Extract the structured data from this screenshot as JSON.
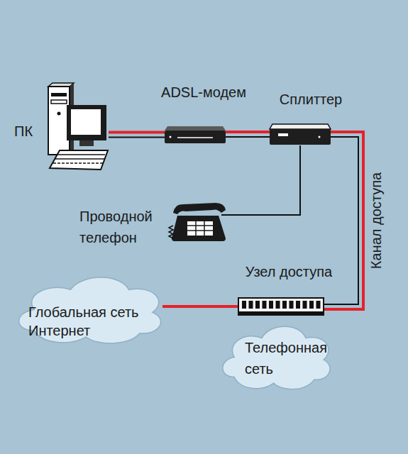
{
  "diagram": {
    "nodes": [
      {
        "text": [
          "ПК"
        ]
      },
      {
        "text": [
          "ADSL-модем"
        ]
      },
      {
        "text": [
          "Сплиттер"
        ]
      },
      {
        "text": [
          "Проводной телефон"
        ]
      },
      {
        "text": [
          "Узел доступа"
        ]
      },
      {
        "text": [
          "Глобальная сеть Интернет"
        ]
      },
      {
        "text": [
          "Телефонная сеть"
        ]
      }
    ],
    "edges": [
      {
        "from": 0,
        "to": 1,
        "arrow": "none"
      },
      {
        "from": 1,
        "to": 2,
        "arrow": "none"
      },
      {
        "from": 2,
        "to": 3,
        "arrow": "none"
      },
      {
        "from": 2,
        "to": 4,
        "arrow": "none",
        "label": "Канал доступа"
      },
      {
        "from": 4,
        "to": 5,
        "arrow": "none"
      }
    ]
  }
}
